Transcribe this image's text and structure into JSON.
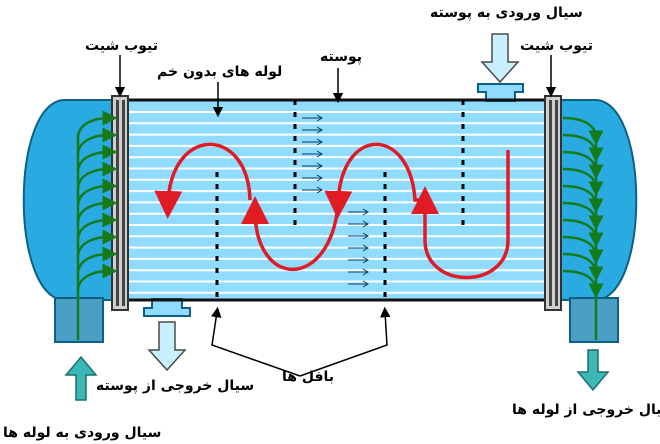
{
  "labels": {
    "shell_inlet": "سیال ورودی به پوسته",
    "tube_sheet_left": "تیوب شیت",
    "tube_sheet_right": "تیوب شیت",
    "straight_tubes": "لوله های بدون خم",
    "shell": "پوسته",
    "baffles": "بافل ها",
    "shell_outlet": "سیال خروجی از پوسته",
    "tube_outlet": "سیال خروجی از لوله ها",
    "tube_inlet": "سیال ورودی به لوله ها"
  },
  "colors": {
    "vessel": "#29abe2",
    "vessel_dark": "#1a85bd",
    "tubes": "#8fdcff",
    "tube_line": "#ffffff",
    "nozzle": "#4aa0c4",
    "shell_flow": "#e01b24",
    "tube_flow": "#157a1a",
    "arrow_fill": "#c8f0ff",
    "arrow_teal": "#3cb7b7"
  },
  "icons": {
    "flow_arrow": "down-arrow-icon",
    "inlet_arrow": "up-arrow-icon"
  }
}
